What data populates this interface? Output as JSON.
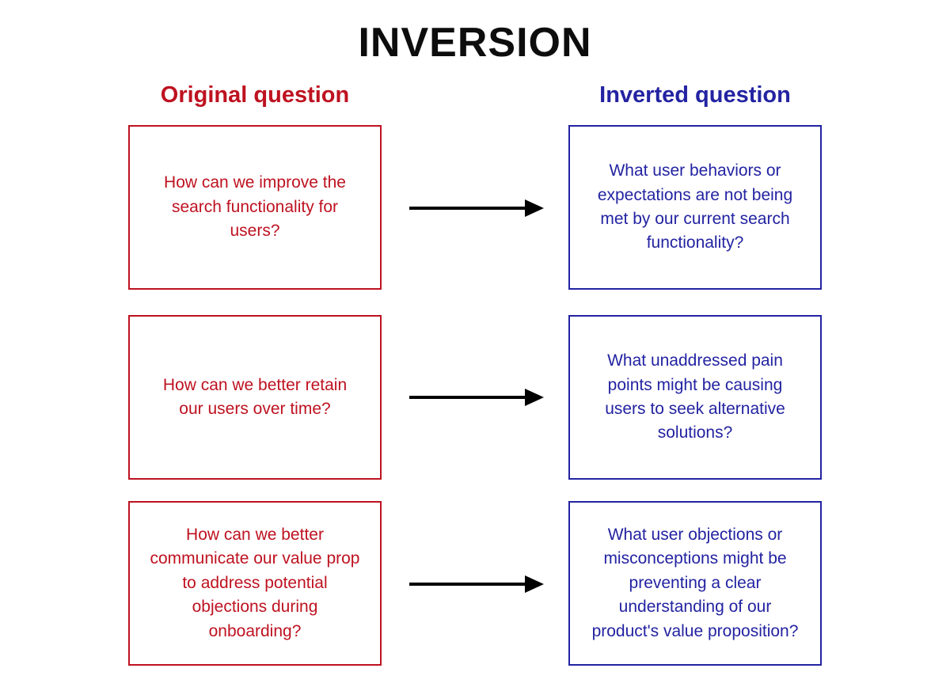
{
  "title": "INVERSION",
  "colors": {
    "original_red": "#be1220",
    "inverted_blue": "#2323a2",
    "arrow_black": "#000000",
    "title_black": "#0d0d0d"
  },
  "columns": {
    "original": {
      "label": "Original question"
    },
    "inverted": {
      "label": "Inverted question"
    }
  },
  "rows": [
    {
      "original": "How can we improve the search functionality for users?",
      "inverted": "What user behaviors or expectations are not being met by our current search functionality?"
    },
    {
      "original": "How can we better retain our users over time?",
      "inverted": "What unaddressed pain points might be causing users to seek alternative solutions?"
    },
    {
      "original": "How can we better communicate our value prop to address potential objections during onboarding?",
      "inverted": "What user objections or misconceptions might be preventing a clear understanding of our product's value proposition?"
    }
  ]
}
